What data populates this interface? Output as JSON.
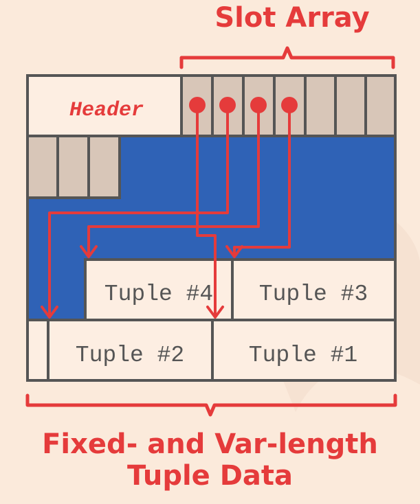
{
  "slot_array_label": "Slot Array",
  "header_label": "Header",
  "tuples": [
    {
      "id": "tuple-1",
      "label": "Tuple #1"
    },
    {
      "id": "tuple-2",
      "label": "Tuple #2"
    },
    {
      "id": "tuple-3",
      "label": "Tuple #3"
    },
    {
      "id": "tuple-4",
      "label": "Tuple #4"
    }
  ],
  "bottom_label_line1": "Fixed- and Var-length",
  "bottom_label_line2": "Tuple Data",
  "colors": {
    "background": "#fbeadb",
    "page_border": "#555555",
    "free_space": "#2f62b6",
    "slot": "#d8c6b8",
    "tuple": "#fdeee2",
    "accent": "#e53b3b"
  }
}
